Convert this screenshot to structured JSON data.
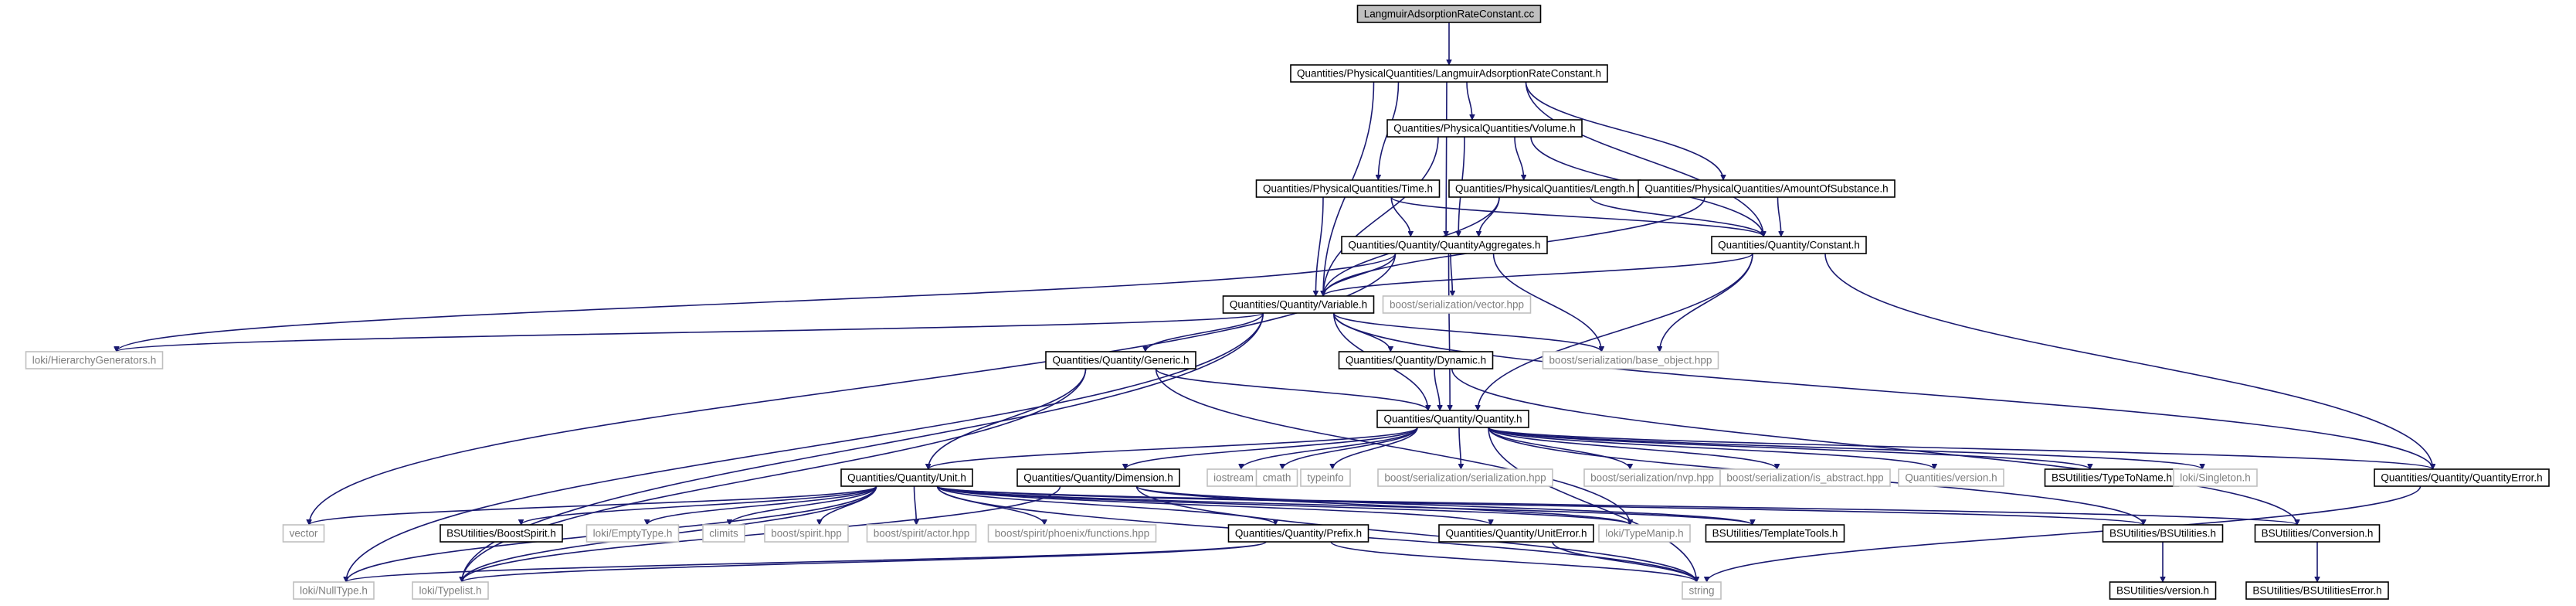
{
  "graph": {
    "colors": {
      "edge": "#191970",
      "root_fill": "#bfbfbf",
      "root_stroke": "#000000",
      "doc_stroke": "#000000",
      "external_stroke": "#bfbfbf",
      "doc_text": "#000000",
      "external_text": "#7f7f7f",
      "fill": "#ffffff"
    },
    "nodes": [
      {
        "id": "root",
        "label": "LangmuirAdsorptionRateConstant.cc",
        "kind": "root"
      },
      {
        "id": "larc_h",
        "label": "Quantities/PhysicalQuantities/LangmuirAdsorptionRateConstant.h",
        "kind": "doc"
      },
      {
        "id": "volume",
        "label": "Quantities/PhysicalQuantities/Volume.h",
        "kind": "doc"
      },
      {
        "id": "time",
        "label": "Quantities/PhysicalQuantities/Time.h",
        "kind": "doc"
      },
      {
        "id": "length",
        "label": "Quantities/PhysicalQuantities/Length.h",
        "kind": "doc"
      },
      {
        "id": "amount",
        "label": "Quantities/PhysicalQuantities/AmountOfSubstance.h",
        "kind": "doc"
      },
      {
        "id": "aggregates",
        "label": "Quantities/Quantity/QuantityAggregates.h",
        "kind": "doc"
      },
      {
        "id": "constant",
        "label": "Quantities/Quantity/Constant.h",
        "kind": "doc"
      },
      {
        "id": "variable",
        "label": "Quantities/Quantity/Variable.h",
        "kind": "doc"
      },
      {
        "id": "bs_vector",
        "label": "boost/serialization/vector.hpp",
        "kind": "external"
      },
      {
        "id": "hierarchy",
        "label": "loki/HierarchyGenerators.h",
        "kind": "external"
      },
      {
        "id": "generic",
        "label": "Quantities/Quantity/Generic.h",
        "kind": "doc"
      },
      {
        "id": "dynamic",
        "label": "Quantities/Quantity/Dynamic.h",
        "kind": "doc"
      },
      {
        "id": "base_object",
        "label": "boost/serialization/base_object.hpp",
        "kind": "external"
      },
      {
        "id": "quantity",
        "label": "Quantities/Quantity/Quantity.h",
        "kind": "doc"
      },
      {
        "id": "unit",
        "label": "Quantities/Quantity/Unit.h",
        "kind": "doc"
      },
      {
        "id": "dimension",
        "label": "Quantities/Quantity/Dimension.h",
        "kind": "doc"
      },
      {
        "id": "iostream",
        "label": "iostream",
        "kind": "external"
      },
      {
        "id": "cmath",
        "label": "cmath",
        "kind": "external"
      },
      {
        "id": "typeinfo",
        "label": "typeinfo",
        "kind": "external"
      },
      {
        "id": "bs_serialization",
        "label": "boost/serialization/serialization.hpp",
        "kind": "external"
      },
      {
        "id": "bs_nvp",
        "label": "boost/serialization/nvp.hpp",
        "kind": "external"
      },
      {
        "id": "bs_is_abstract",
        "label": "boost/serialization/is_abstract.hpp",
        "kind": "external"
      },
      {
        "id": "version_h",
        "label": "Quantities/version.h",
        "kind": "external"
      },
      {
        "id": "typetoname",
        "label": "BSUtilities/TypeToName.h",
        "kind": "doc"
      },
      {
        "id": "singleton",
        "label": "loki/Singleton.h",
        "kind": "external"
      },
      {
        "id": "quantityerror",
        "label": "Quantities/Quantity/QuantityError.h",
        "kind": "doc"
      },
      {
        "id": "vector",
        "label": "vector",
        "kind": "external"
      },
      {
        "id": "bsboostspirit",
        "label": "BSUtilities/BoostSpirit.h",
        "kind": "doc"
      },
      {
        "id": "emptytype",
        "label": "loki/EmptyType.h",
        "kind": "external"
      },
      {
        "id": "climits",
        "label": "climits",
        "kind": "external"
      },
      {
        "id": "spirit",
        "label": "boost/spirit.hpp",
        "kind": "external"
      },
      {
        "id": "spirit_actor",
        "label": "boost/spirit/actor.hpp",
        "kind": "external"
      },
      {
        "id": "spirit_phoenix",
        "label": "boost/spirit/phoenix/functions.hpp",
        "kind": "external"
      },
      {
        "id": "prefix",
        "label": "Quantities/Quantity/Prefix.h",
        "kind": "doc"
      },
      {
        "id": "uniterror",
        "label": "Quantities/Quantity/UnitError.h",
        "kind": "doc"
      },
      {
        "id": "typemanip",
        "label": "loki/TypeManip.h",
        "kind": "external"
      },
      {
        "id": "templatetools",
        "label": "BSUtilities/TemplateTools.h",
        "kind": "doc"
      },
      {
        "id": "bsutilities",
        "label": "BSUtilities/BSUtilities.h",
        "kind": "doc"
      },
      {
        "id": "conversion",
        "label": "BSUtilities/Conversion.h",
        "kind": "doc"
      },
      {
        "id": "nulltype",
        "label": "loki/NullType.h",
        "kind": "external"
      },
      {
        "id": "typelist",
        "label": "loki/Typelist.h",
        "kind": "external"
      },
      {
        "id": "string",
        "label": "string",
        "kind": "external"
      },
      {
        "id": "bsversion",
        "label": "BSUtilities/version.h",
        "kind": "doc"
      },
      {
        "id": "bserror",
        "label": "BSUtilities/BSUtilitiesError.h",
        "kind": "doc"
      }
    ],
    "edges": [
      [
        "root",
        "larc_h"
      ],
      [
        "larc_h",
        "volume"
      ],
      [
        "larc_h",
        "time"
      ],
      [
        "larc_h",
        "amount"
      ],
      [
        "larc_h",
        "constant"
      ],
      [
        "larc_h",
        "variable"
      ],
      [
        "larc_h",
        "aggregates"
      ],
      [
        "volume",
        "length"
      ],
      [
        "volume",
        "aggregates"
      ],
      [
        "volume",
        "variable"
      ],
      [
        "volume",
        "constant"
      ],
      [
        "time",
        "aggregates"
      ],
      [
        "time",
        "variable"
      ],
      [
        "time",
        "constant"
      ],
      [
        "length",
        "aggregates"
      ],
      [
        "length",
        "variable"
      ],
      [
        "length",
        "constant"
      ],
      [
        "amount",
        "variable"
      ],
      [
        "amount",
        "constant"
      ],
      [
        "aggregates",
        "variable"
      ],
      [
        "aggregates",
        "bs_vector"
      ],
      [
        "aggregates",
        "hierarchy"
      ],
      [
        "aggregates",
        "base_object"
      ],
      [
        "aggregates",
        "vector"
      ],
      [
        "aggregates",
        "quantity"
      ],
      [
        "constant",
        "variable"
      ],
      [
        "constant",
        "quantity"
      ],
      [
        "constant",
        "base_object"
      ],
      [
        "constant",
        "quantityerror"
      ],
      [
        "variable",
        "generic"
      ],
      [
        "variable",
        "dynamic"
      ],
      [
        "variable",
        "quantity"
      ],
      [
        "variable",
        "base_object"
      ],
      [
        "variable",
        "hierarchy"
      ],
      [
        "variable",
        "nulltype"
      ],
      [
        "variable",
        "typelist"
      ],
      [
        "variable",
        "quantityerror"
      ],
      [
        "generic",
        "unit"
      ],
      [
        "generic",
        "quantity"
      ],
      [
        "generic",
        "typelist"
      ],
      [
        "generic",
        "typemanip"
      ],
      [
        "dynamic",
        "quantity"
      ],
      [
        "dynamic",
        "conversion"
      ],
      [
        "quantity",
        "unit"
      ],
      [
        "quantity",
        "dimension"
      ],
      [
        "quantity",
        "iostream"
      ],
      [
        "quantity",
        "cmath"
      ],
      [
        "quantity",
        "typeinfo"
      ],
      [
        "quantity",
        "bs_serialization"
      ],
      [
        "quantity",
        "bs_nvp"
      ],
      [
        "quantity",
        "bs_is_abstract"
      ],
      [
        "quantity",
        "version_h"
      ],
      [
        "quantity",
        "typetoname"
      ],
      [
        "quantity",
        "singleton"
      ],
      [
        "quantity",
        "quantityerror"
      ],
      [
        "quantity",
        "string"
      ],
      [
        "quantity",
        "bsutilities"
      ],
      [
        "unit",
        "vector"
      ],
      [
        "unit",
        "bsboostspirit"
      ],
      [
        "unit",
        "emptytype"
      ],
      [
        "unit",
        "climits"
      ],
      [
        "unit",
        "spirit"
      ],
      [
        "unit",
        "spirit_actor"
      ],
      [
        "unit",
        "spirit_phoenix"
      ],
      [
        "unit",
        "prefix"
      ],
      [
        "unit",
        "uniterror"
      ],
      [
        "unit",
        "typemanip"
      ],
      [
        "unit",
        "templatetools"
      ],
      [
        "unit",
        "bsutilities"
      ],
      [
        "unit",
        "conversion"
      ],
      [
        "unit",
        "nulltype"
      ],
      [
        "unit",
        "typelist"
      ],
      [
        "unit",
        "string"
      ],
      [
        "dimension",
        "typelist"
      ],
      [
        "dimension",
        "typemanip"
      ],
      [
        "dimension",
        "templatetools"
      ],
      [
        "dimension",
        "string"
      ],
      [
        "prefix",
        "typelist"
      ],
      [
        "prefix",
        "string"
      ],
      [
        "prefix",
        "nulltype"
      ],
      [
        "uniterror",
        "string"
      ],
      [
        "bsutilities",
        "bsversion"
      ],
      [
        "conversion",
        "bserror"
      ],
      [
        "quantityerror",
        "string"
      ]
    ]
  }
}
